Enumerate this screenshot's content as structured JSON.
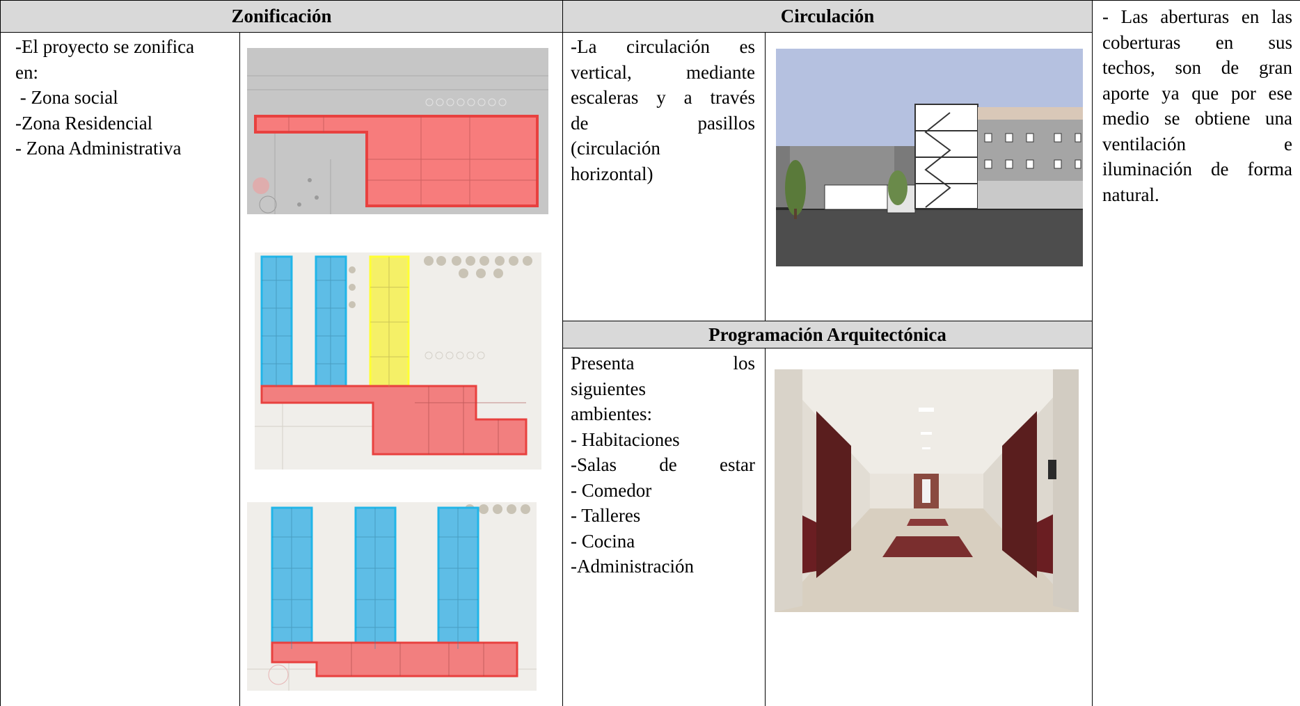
{
  "headers": {
    "zonificacion": "Zonificación",
    "circulacion": "Circulación",
    "programacion": "Programación Arquitectónica"
  },
  "zonificacion": {
    "lines": [
      "-El proyecto se zonifica",
      "en:",
      " - Zona social",
      "-Zona Residencial",
      "- Zona Administrativa"
    ]
  },
  "circulacion": {
    "lines": [
      "-La circulación es",
      "vertical, mediante",
      "escaleras y a través",
      "de pasillos",
      "(circulación",
      "horizontal)"
    ]
  },
  "programacion": {
    "lines": [
      "Presenta los",
      "siguientes",
      "ambientes:",
      "- Habitaciones",
      "-Salas de estar",
      "- Comedor",
      "- Talleres",
      "- Cocina",
      "-Administración"
    ]
  },
  "aberturas": {
    "lines": [
      "- Las aberturas en las",
      "coberturas en sus",
      "techos, son de gran",
      "aporte ya que por ese",
      "medio se obtiene una",
      "ventilación e",
      "iluminación de forma",
      "natural."
    ]
  },
  "colors": {
    "header_bg": "#d9d9d9",
    "zone_social": "#e8413f",
    "zone_residencial": "#21b5e8",
    "zone_administrativa": "#ffff33"
  }
}
